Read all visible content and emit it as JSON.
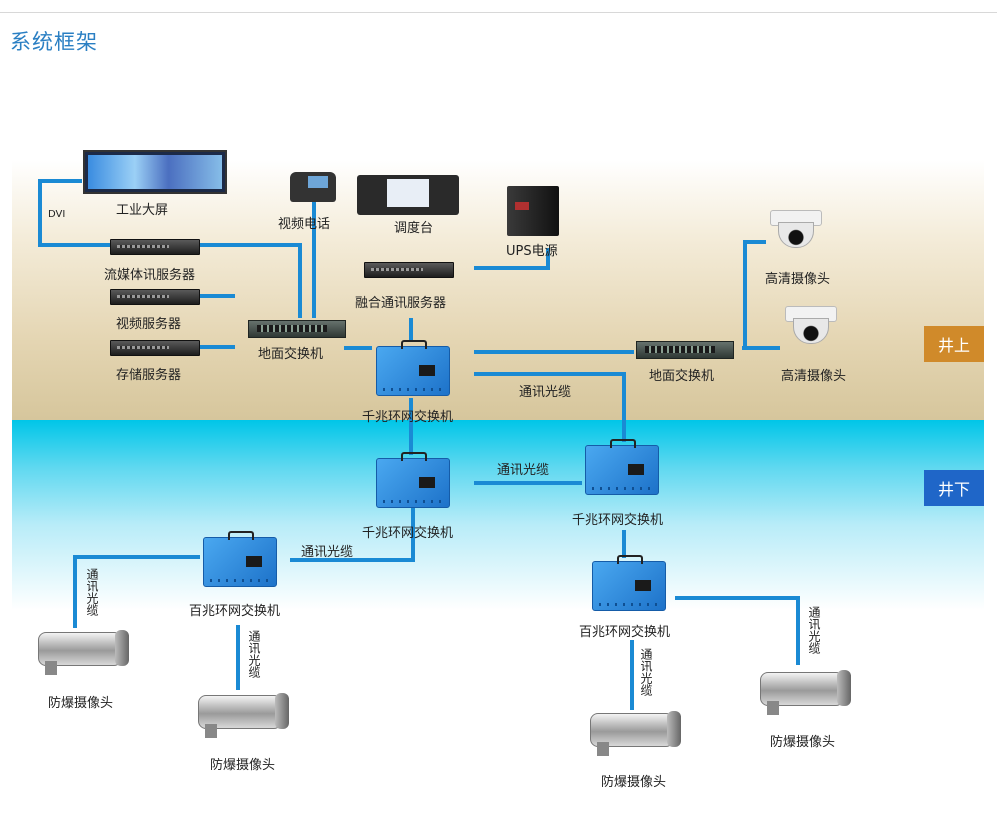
{
  "title": "系统框架",
  "tags": {
    "above": "井上",
    "below": "井下",
    "above_color": "#d08a2a",
    "below_color": "#1f66c8"
  },
  "labels": {
    "big_screen": "工业大屏",
    "dvi": "DVI",
    "streaming_server": "流媒体讯服务器",
    "video_server": "视频服务器",
    "storage_server": "存储服务器",
    "video_phone": "视频电话",
    "dispatch_console": "调度台",
    "fusion_server": "融合通讯服务器",
    "ups": "UPS电源",
    "ground_switch_left": "地面交换机",
    "ground_switch_right": "地面交换机",
    "hd_camera_1": "高清摄像头",
    "hd_camera_2": "高清摄像头",
    "gig_ring_switch_top": "千兆环网交换机",
    "gig_ring_switch_mid": "千兆环网交换机",
    "gig_ring_switch_right": "千兆环网交换机",
    "hundred_ring_switch_left": "百兆环网交换机",
    "hundred_ring_switch_right": "百兆环网交换机",
    "fiber_1": "通讯光缆",
    "fiber_2": "通讯光缆",
    "fiber_3": "通讯光缆",
    "fiber_v1": "通讯光缆",
    "fiber_v2": "通讯光缆",
    "fiber_v3": "通讯光缆",
    "fiber_v4": "通讯光缆",
    "ex_cam_1": "防爆摄像头",
    "ex_cam_2": "防爆摄像头",
    "ex_cam_3": "防爆摄像头",
    "ex_cam_4": "防爆摄像头"
  },
  "colors": {
    "link": "#1a8ad4",
    "title": "#2a7fc3"
  }
}
